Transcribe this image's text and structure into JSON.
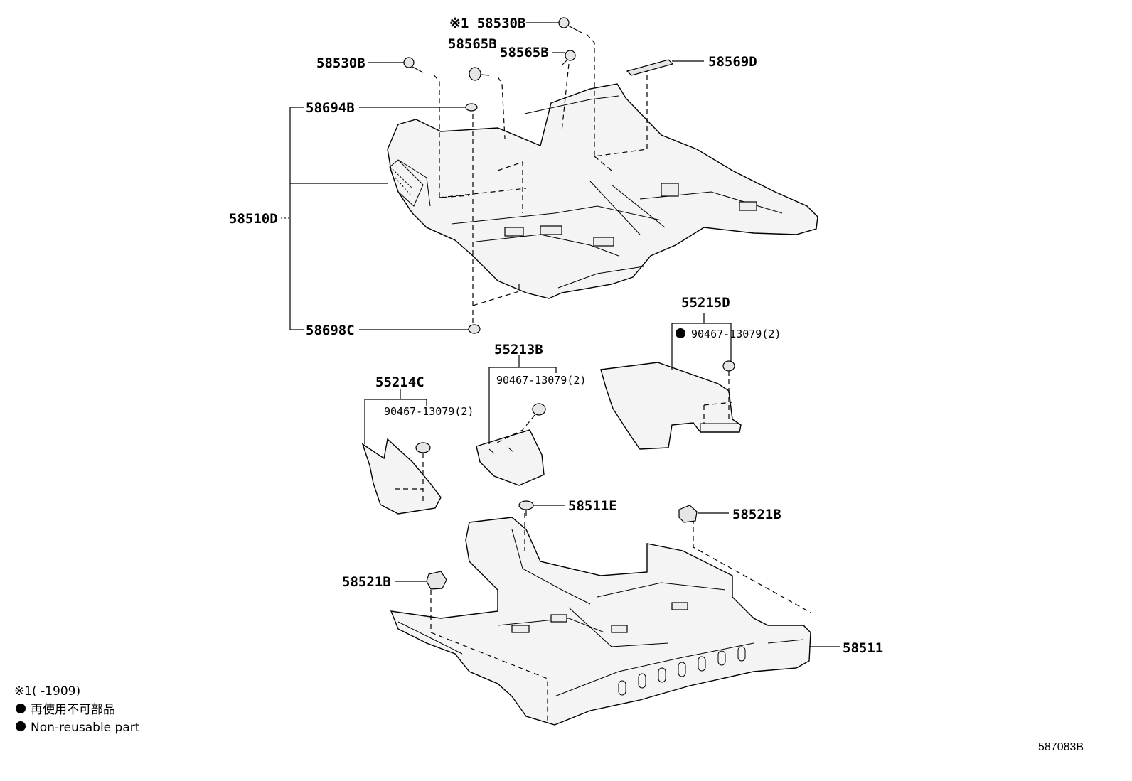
{
  "parts": {
    "p58530B_top": "※1 58530B",
    "p58565B_a": "58565B",
    "p58565B_b": "58565B",
    "p58530B_left": "58530B",
    "p58569D": "58569D",
    "p58694B": "58694B",
    "p58510D": "58510D",
    "p58698C": "58698C",
    "p55215D": "55215D",
    "p55215D_sub": "90467-13079(2)",
    "p55213B": "55213B",
    "p55213B_sub": "90467-13079(2)",
    "p55214C": "55214C",
    "p55214C_sub": "90467-13079(2)",
    "p58511E": "58511E",
    "p58521B_right": "58521B",
    "p58521B_left": "58521B",
    "p58511": "58511"
  },
  "notes": {
    "note1": "※1(      -1909)",
    "note_jp": "再使用不可部品",
    "note_en": "Non-reusable part"
  },
  "ref_code": "587083B"
}
